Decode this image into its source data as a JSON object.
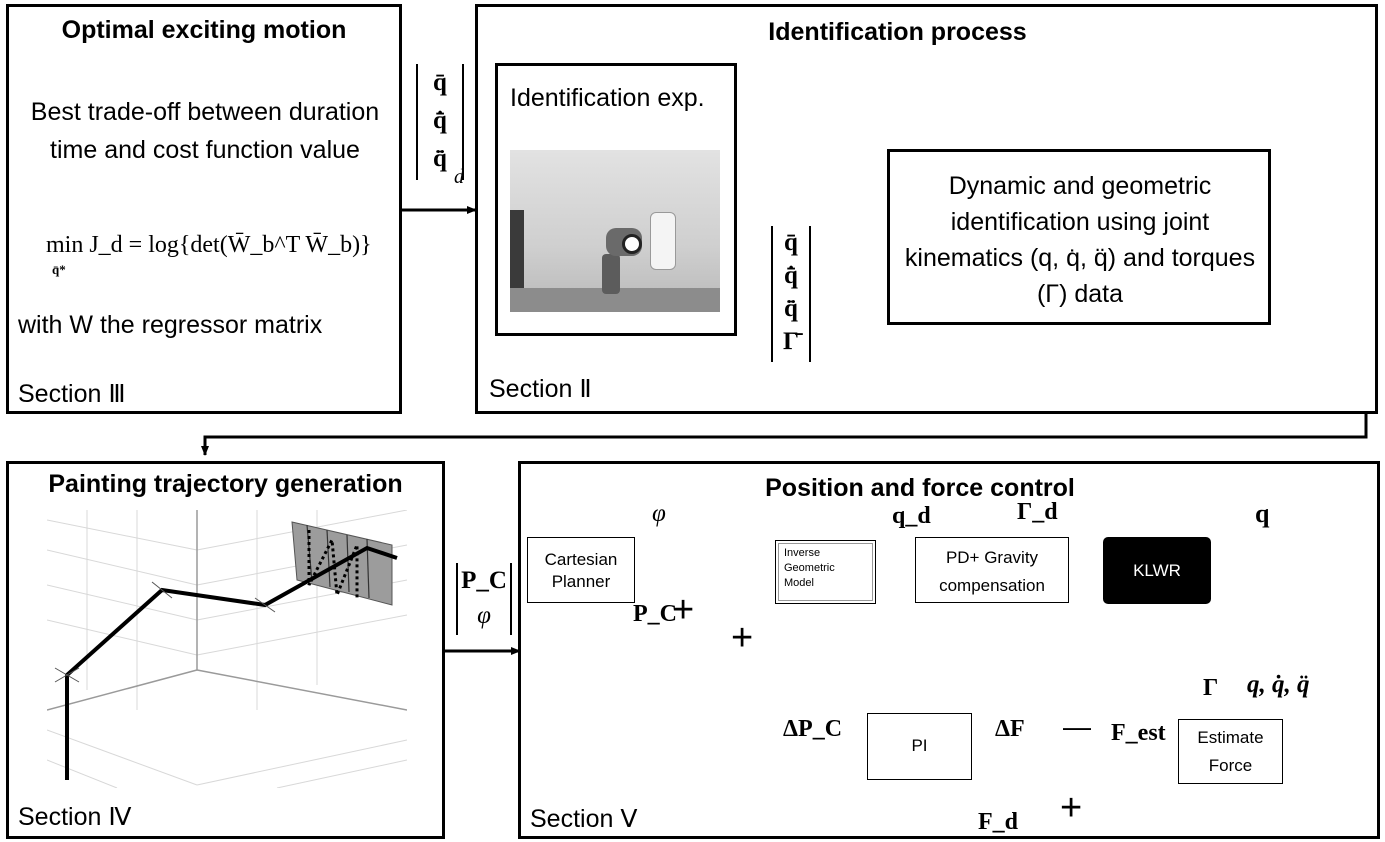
{
  "colors": {
    "line": "#000000",
    "klwr_fill": "#000000",
    "klwr_text": "#ffffff"
  },
  "optimal": {
    "title": "Optimal exciting motion",
    "desc": "Best trade-off between duration time and cost function value",
    "formula": "min J_d = log{det(W̄_b^T W̄_b)}",
    "formula_sub": "q̄*",
    "with_text": "with W the regressor matrix",
    "section": "Section Ⅲ"
  },
  "arrow_label_1": [
    "q̄",
    "q̄̇",
    "q̄̈"
  ],
  "arrow_label_1_sub": "d",
  "identification": {
    "title": "Identification process",
    "exp_label": "Identification exp.",
    "vector": [
      "q̄",
      "q̄̇",
      "q̄̈",
      "Γ̄"
    ],
    "dyn_text": "Dynamic and geometric identification using joint kinematics (q, q̇, q̈) and torques (Γ) data",
    "section": "Section Ⅱ"
  },
  "painting": {
    "title": "Painting trajectory generation",
    "section": "Section Ⅳ"
  },
  "pc_phi_vector": [
    "P_C",
    "φ"
  ],
  "control": {
    "title": "Position and force control",
    "cartesian": "Cartesian Planner",
    "inverse": "Inverse Geometric Model",
    "pd": "PD+ Gravity compensation",
    "klwr": "KLWR",
    "estimate": "Estimate Force",
    "pi": "PI",
    "phi": "φ",
    "qd": "q_d",
    "gamma_d": "Γ_d",
    "q": "q",
    "pc": "P_C",
    "plus_pc": "+",
    "plus_fb": "+",
    "gamma": "Γ",
    "q_derivs": "q, q̇, q̈",
    "delta_pc": "ΔP_C",
    "delta_f": "ΔF",
    "minus": "—",
    "f_est": "F_est",
    "f_d": "F_d",
    "plus_fd": "+",
    "section": "Section Ⅴ"
  }
}
